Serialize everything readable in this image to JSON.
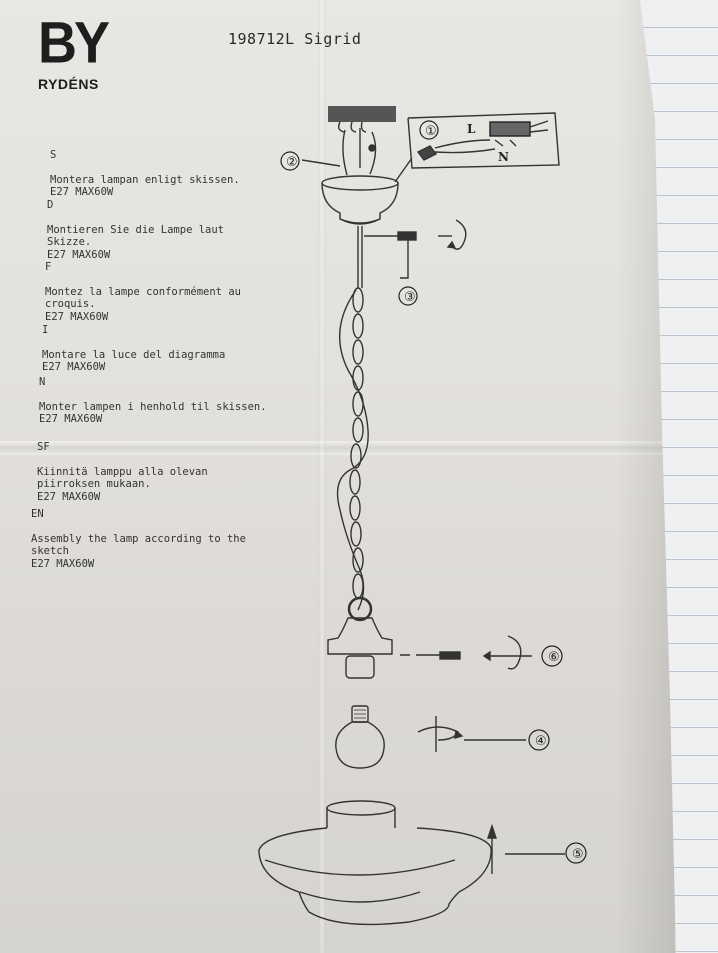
{
  "brand": {
    "by": "BY",
    "name": "RYDÉNS"
  },
  "title": "198712L Sigrid",
  "instructions": [
    {
      "lang": "S",
      "text": "Montera lampan enligt skissen.",
      "spec": "E27 MAX60W"
    },
    {
      "lang": "D",
      "text": "Montieren Sie die Lampe laut Skizze.",
      "spec": "E27 MAX60W"
    },
    {
      "lang": "F",
      "text": "Montez la lampe conformément au croquis.",
      "spec": "E27 MAX60W"
    },
    {
      "lang": "I",
      "text": "Montare la luce del diagramma",
      "spec": "E27 MAX60W"
    },
    {
      "lang": "N",
      "text": "Monter lampen i henhold til skissen.",
      "spec": "E27 MAX60W"
    },
    {
      "lang": "SF",
      "text": "Kiinnitä lamppu alla olevan piirroksen mukaan.",
      "spec": "E27 MAX60W"
    },
    {
      "lang": "EN",
      "text": "Assembly the lamp according to the sketch",
      "spec": "E27 MAX60W"
    }
  ],
  "diagram": {
    "callouts": [
      "①",
      "②",
      "③",
      "④",
      "⑤",
      "⑥"
    ],
    "wire_labels": {
      "live": "L",
      "neutral": "N"
    }
  }
}
